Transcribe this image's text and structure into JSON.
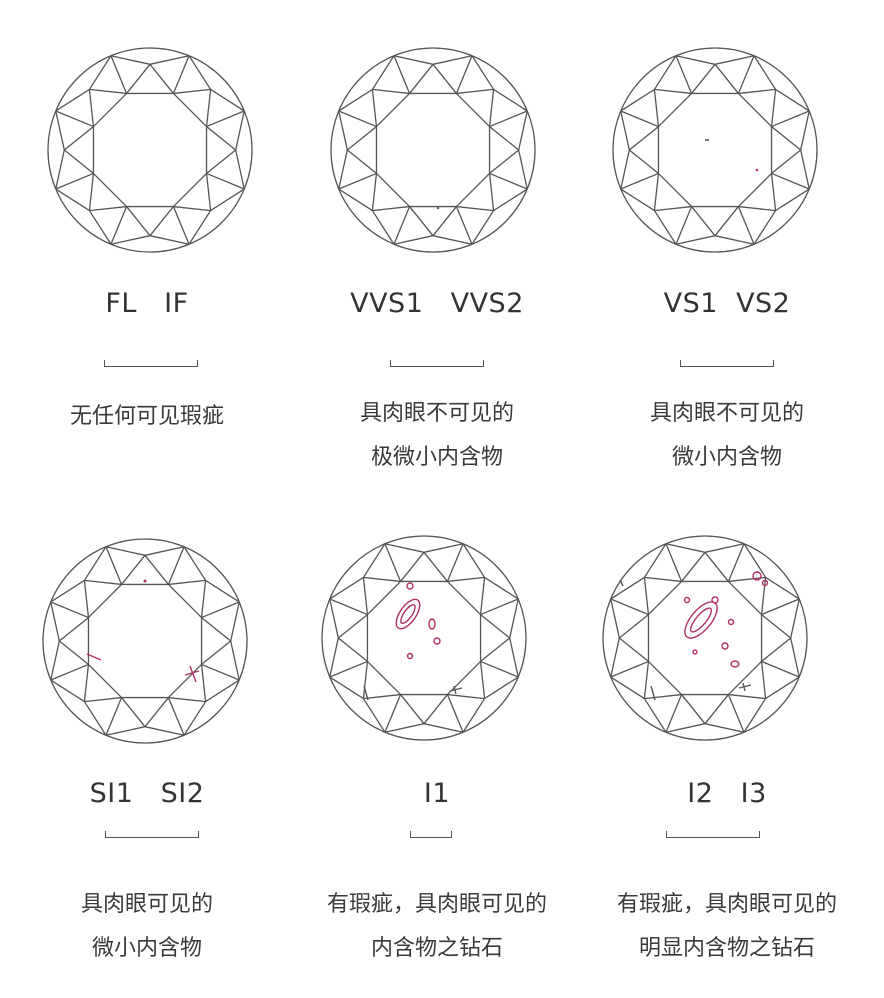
{
  "colors": {
    "line": "#555555",
    "inclusion": "#b0306a",
    "text": "#333333"
  },
  "grades": [
    {
      "label": "FL   IF",
      "desc": [
        "无任何可见瑕疵"
      ]
    },
    {
      "label": "VVS1   VVS2",
      "desc": [
        "具肉眼不可见的",
        "极微小内含物"
      ]
    },
    {
      "label": "VS1  VS2",
      "desc": [
        "具肉眼不可见的",
        "微小内含物"
      ]
    },
    {
      "label": "SI1   SI2",
      "desc": [
        "具肉眼可见的",
        "微小内含物"
      ]
    },
    {
      "label": "I1",
      "desc": [
        "有瑕疵，具肉眼可见的",
        "内含物之钻石"
      ]
    },
    {
      "label": "I2   I3",
      "desc": [
        "有瑕疵，具肉眼可见的",
        "明显内含物之钻石"
      ]
    }
  ]
}
